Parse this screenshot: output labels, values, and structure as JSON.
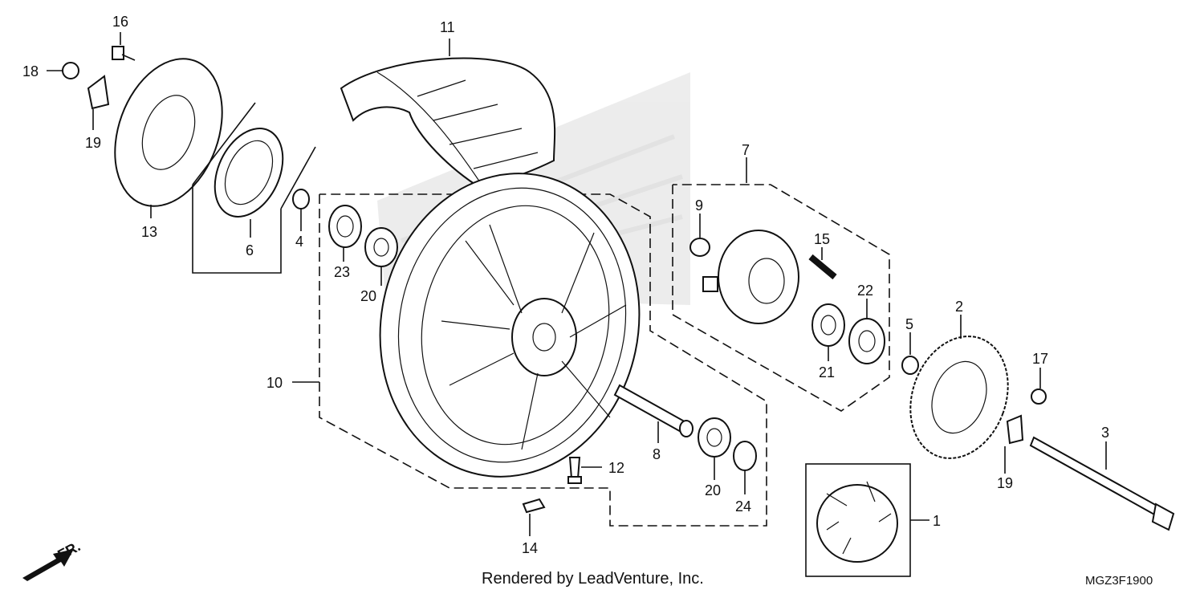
{
  "diagram": {
    "labels": {
      "p1": "1",
      "p2": "2",
      "p3": "3",
      "p4": "4",
      "p5": "5",
      "p6": "6",
      "p7": "7",
      "p8": "8",
      "p9": "9",
      "p10": "10",
      "p11": "11",
      "p12": "12",
      "p13": "13",
      "p14": "14",
      "p15": "15",
      "p16": "16",
      "p17": "17",
      "p18": "18",
      "p19a": "19",
      "p19b": "19",
      "p20a": "20",
      "p20b": "20",
      "p21": "21",
      "p22": "22",
      "p23": "23",
      "p24": "24"
    },
    "front_arrow": "FR.",
    "render_credit": "Rendered by LeadVenture, Inc.",
    "diagram_code": "MGZ3F1900"
  }
}
